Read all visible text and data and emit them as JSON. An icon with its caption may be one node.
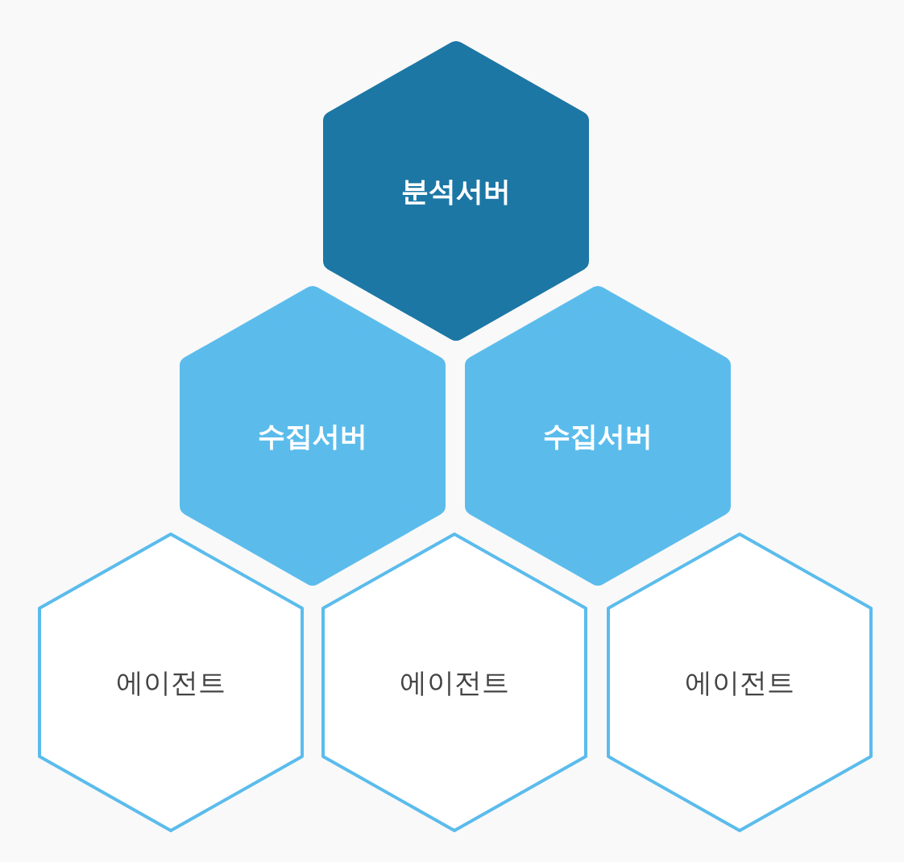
{
  "diagram": {
    "nodes": [
      {
        "text": [
          "분석서버"
        ]
      },
      {
        "text": [
          "수집서버"
        ]
      },
      {
        "text": [
          "수집서버"
        ]
      },
      {
        "text": [
          "에이전트"
        ]
      },
      {
        "text": [
          "에이전트"
        ]
      },
      {
        "text": [
          "에이전트"
        ]
      }
    ]
  }
}
